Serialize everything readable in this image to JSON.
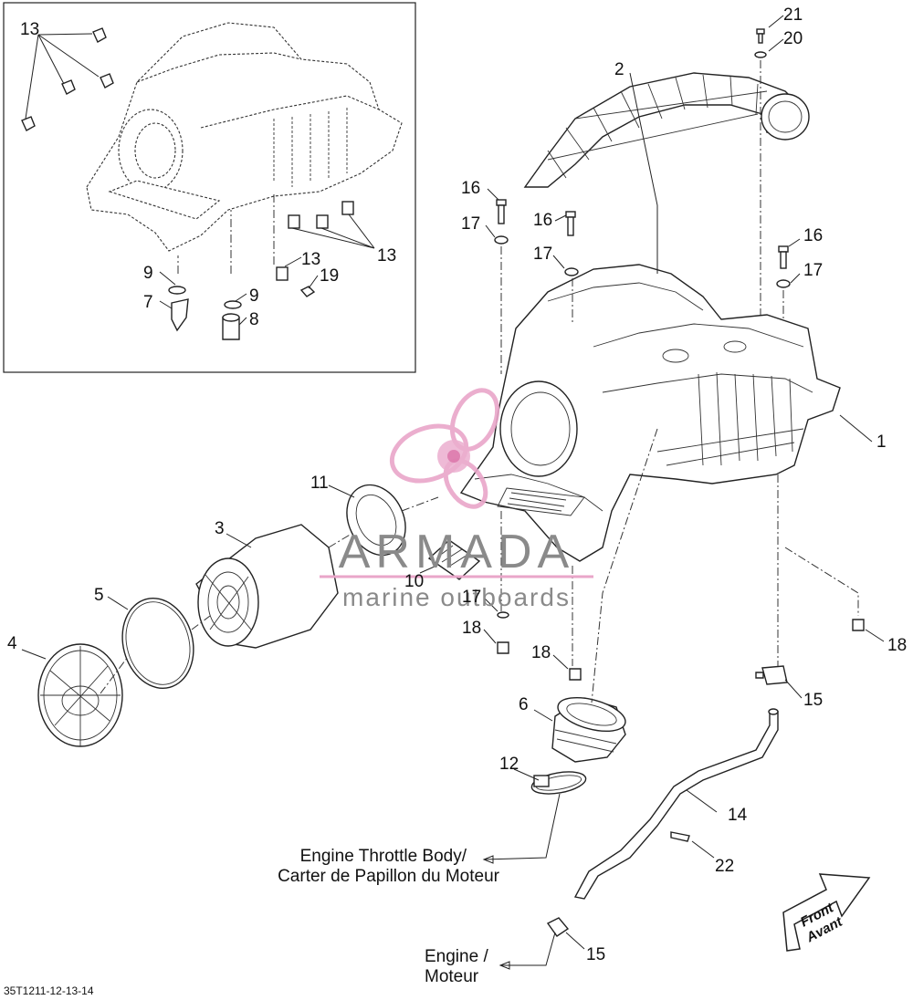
{
  "diagram_code": "35T1211-12-13-14",
  "callouts": {
    "p1": "1",
    "p2": "2",
    "p3": "3",
    "p4": "4",
    "p5": "5",
    "p6": "6",
    "p7": "7",
    "p8": "8",
    "p9": "9",
    "p10": "10",
    "p11": "11",
    "p12": "12",
    "p13": "13",
    "p14": "14",
    "p15": "15",
    "p16": "16",
    "p17": "17",
    "p18": "18",
    "p19": "19",
    "p20": "20",
    "p21": "21",
    "p22": "22"
  },
  "notes": {
    "throttle_line1": "Engine Throttle Body/",
    "throttle_line2": "Carter de Papillon du Moteur",
    "engine_line1": "Engine /",
    "engine_line2": "Moteur"
  },
  "front_arrow": {
    "line1": "Front",
    "line2": "Avant"
  },
  "watermark": {
    "brand": "ARMADA",
    "tagline": "marine outboards",
    "colors": {
      "logo_pink": "#e9a6c9",
      "logo_dark_pink": "#d7649f",
      "text_gray": "#8a8a8a"
    }
  }
}
